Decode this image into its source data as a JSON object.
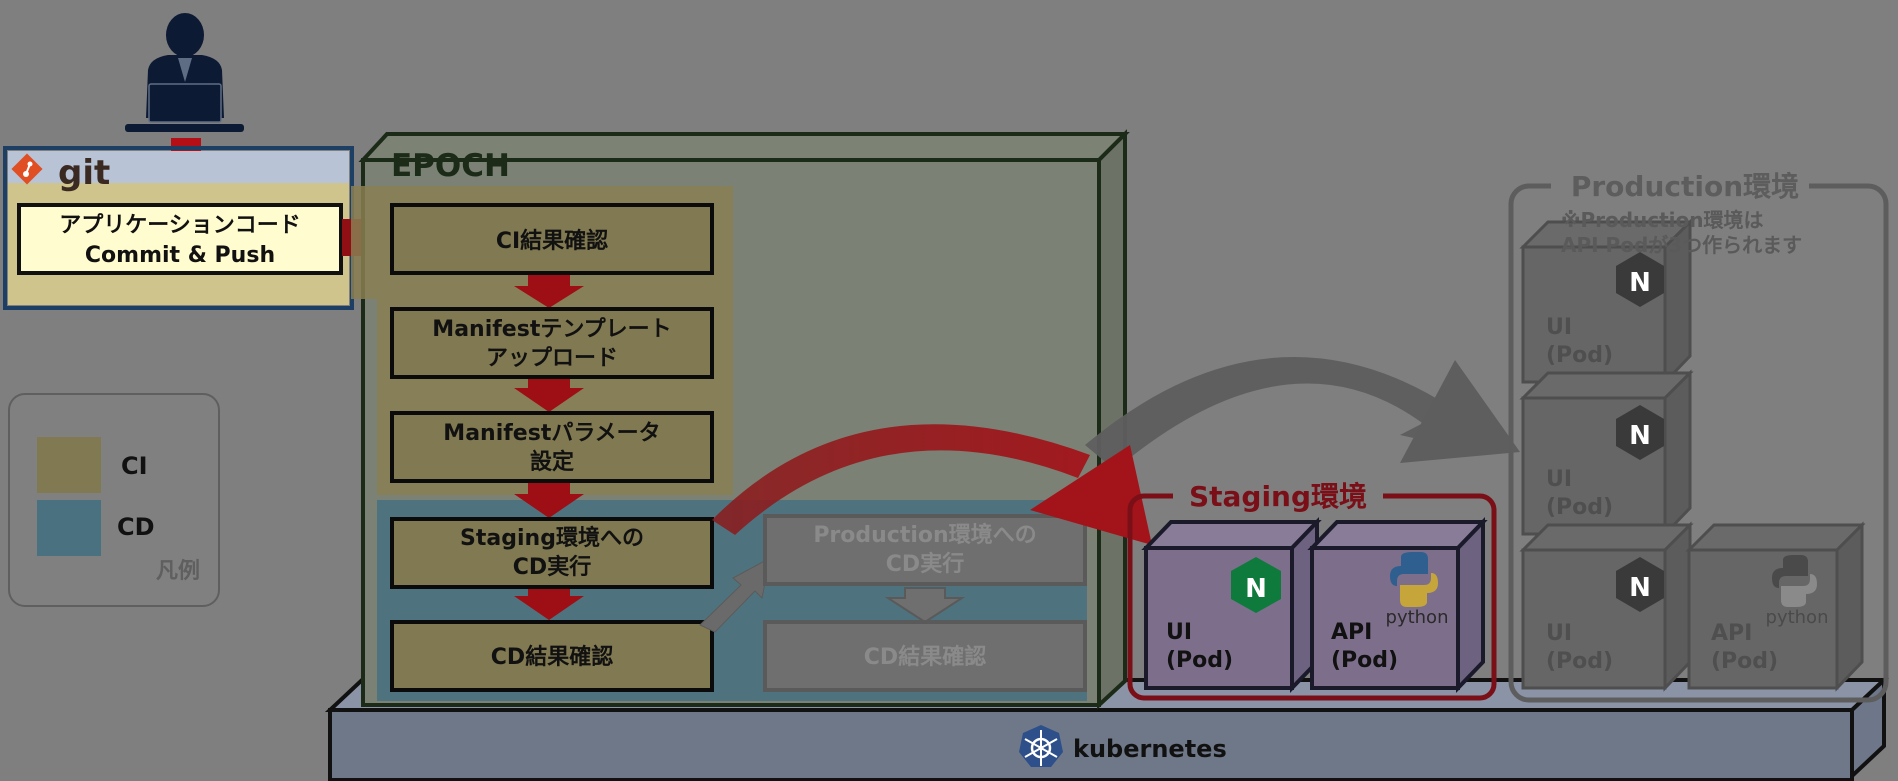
{
  "git": {
    "label": "git"
  },
  "commit_box": {
    "line1": "アプリケーションコード",
    "line2": "Commit & Push"
  },
  "legend": {
    "ci_label": "CI",
    "cd_label": "CD",
    "title": "凡例"
  },
  "epoch": {
    "title": "EPOCH",
    "steps": {
      "ci_result": "CI結果確認",
      "manifest_upload_1": "Manifestテンプレート",
      "manifest_upload_2": "アップロード",
      "manifest_param_1": "Manifestパラメータ",
      "manifest_param_2": "設定",
      "staging_cd_1": "Staging環境への",
      "staging_cd_2": "CD実行",
      "cd_result": "CD結果確認",
      "prod_cd_1": "Production環境への",
      "prod_cd_2": "CD実行",
      "prod_cd_result": "CD結果確認"
    }
  },
  "staging": {
    "title": "Staging環境",
    "ui_pod_1": "UI",
    "ui_pod_2": "(Pod)",
    "api_pod_1": "API",
    "api_pod_2": "(Pod)",
    "python_label": "python"
  },
  "production": {
    "title": "Production環境",
    "note_1": "※Production環境は",
    "note_2": "API Podが3つ作られます",
    "ui_pod_1": "UI",
    "ui_pod_2": "(Pod)",
    "api_pod_1": "API",
    "api_pod_2": "(Pod)",
    "python_label": "python"
  },
  "platform": {
    "label": "kubernetes"
  },
  "colors": {
    "background": "#7f7f7f",
    "ci_fill": "#807951",
    "cd_fill": "#4a7180",
    "staging_border": "#7a0f18",
    "red_arrow": "#a50f14",
    "git_orange": "#e04e24",
    "nginx_green": "#0e7a3c",
    "kubernetes_blue": "#2d4f8a"
  }
}
